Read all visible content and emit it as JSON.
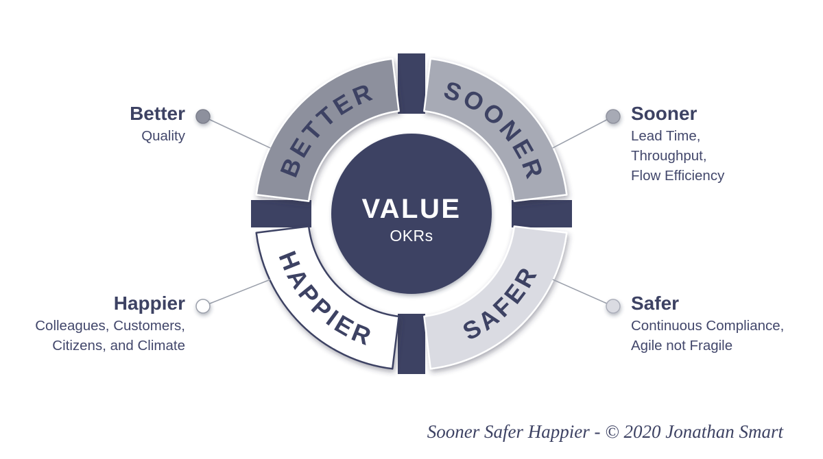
{
  "page": {
    "background": "#ffffff"
  },
  "center": {
    "title": "VALUE",
    "subtitle": "OKRs",
    "fill": "#3d4263",
    "text_color": "#ffffff"
  },
  "ring": {
    "connector_color": "#3d4263",
    "label_color": "#3d4263",
    "segments": [
      {
        "id": "better",
        "label": "BETTER",
        "fill": "#8d909d",
        "stroke": "#ffffff",
        "start_deg": -173,
        "end_deg": -97,
        "arc": "top"
      },
      {
        "id": "sooner",
        "label": "SOONER",
        "fill": "#a7aab5",
        "stroke": "#ffffff",
        "start_deg": -83,
        "end_deg": -7,
        "arc": "top"
      },
      {
        "id": "safer",
        "label": "SAFER",
        "fill": "#dadbe2",
        "stroke": "#ffffff",
        "start_deg": 7,
        "end_deg": 83,
        "arc": "bottom"
      },
      {
        "id": "happier",
        "label": "HAPPIER",
        "fill": "#ffffff",
        "stroke": "#3d4263",
        "start_deg": 97,
        "end_deg": 173,
        "arc": "bottom"
      }
    ]
  },
  "callouts": [
    {
      "id": "better",
      "title": "Better",
      "lines": [
        "Quality"
      ],
      "dot_fill": "#8d909d",
      "dot_stroke": "#7c7f8c",
      "dot": [
        296,
        170
      ],
      "anchor_deg": -155
    },
    {
      "id": "sooner",
      "title": "Sooner",
      "lines": [
        "Lead Time,",
        "Throughput,",
        "Flow Efficiency"
      ],
      "dot_fill": "#a7aab5",
      "dot_stroke": "#8f929e",
      "dot": [
        894,
        170
      ],
      "anchor_deg": -25
    },
    {
      "id": "happier",
      "title": "Happier",
      "lines": [
        "Colleagues, Customers,",
        "Citizens, and Climate"
      ],
      "dot_fill": "#ffffff",
      "dot_stroke": "#9ba0ab",
      "dot": [
        296,
        447
      ],
      "anchor_deg": 155
    },
    {
      "id": "safer",
      "title": "Safer",
      "lines": [
        "Continuous Compliance,",
        "Agile not Fragile"
      ],
      "dot_fill": "#dadbe2",
      "dot_stroke": "#aaadb9",
      "dot": [
        894,
        447
      ],
      "anchor_deg": 25
    }
  ],
  "styles": {
    "leader_line": "#9ba0ab",
    "navy": "#3d4263"
  },
  "footer": {
    "credit": "Sooner Safer Happier - © 2020 Jonathan Smart"
  }
}
